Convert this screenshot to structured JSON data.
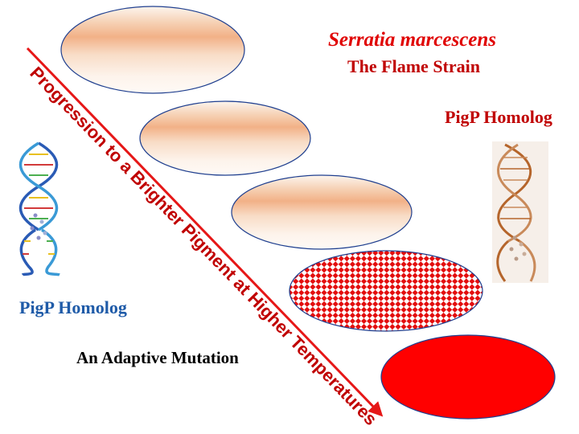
{
  "title": {
    "species": "Serratia marcescens",
    "strain": "The Flame Strain"
  },
  "labels": {
    "right_homolog": "PigP Homolog",
    "left_homolog": "PigP Homolog",
    "caption": "An Adaptive Mutation"
  },
  "arrow": {
    "label": "Progression to a Brighter Pigment at Higher Temperatures"
  },
  "ellipses": [
    {
      "name": "pale-colony-1",
      "fill": "pale-gradient"
    },
    {
      "name": "pale-colony-2",
      "fill": "pale-gradient"
    },
    {
      "name": "pale-colony-3",
      "fill": "pale-gradient"
    },
    {
      "name": "checkered-colony",
      "fill": "red-checker"
    },
    {
      "name": "bright-red-colony",
      "fill": "solid-red"
    }
  ],
  "icons": {
    "left": "dna-helix-icon",
    "right": "dna-helix-icon"
  },
  "colors": {
    "red": "#ff0000",
    "arrow_red": "#e61717",
    "text_red": "#c00000",
    "blue_text": "#1f5ba8",
    "outline": "#1f3f8f",
    "peach": "#f2b187",
    "cream": "#fdf5ee"
  }
}
